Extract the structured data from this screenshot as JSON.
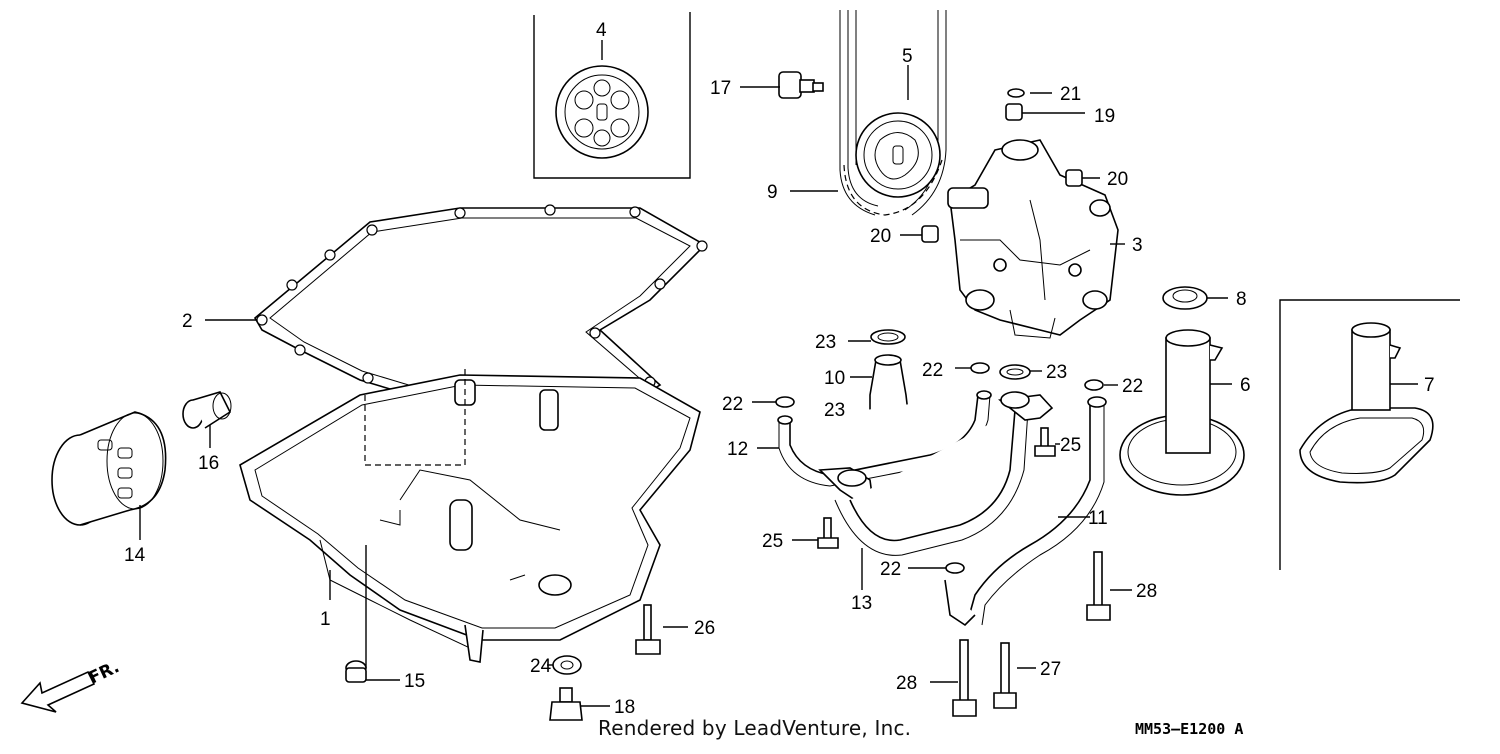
{
  "diagram": {
    "front_indicator": "FR.",
    "footer_credit": "Rendered by LeadVenture, Inc.",
    "diagram_code": "MM53—E1200 A",
    "part_numbers": {
      "p1": "1",
      "p2": "2",
      "p3": "3",
      "p4": "4",
      "p5": "5",
      "p6": "6",
      "p7": "7",
      "p8": "8",
      "p9": "9",
      "p10": "10",
      "p11": "11",
      "p12": "12",
      "p13": "13",
      "p14": "14",
      "p15": "15",
      "p16": "16",
      "p17": "17",
      "p18": "18",
      "p19": "19",
      "p20a": "20",
      "p20b": "20",
      "p21": "21",
      "p22a": "22",
      "p22b": "22",
      "p22c": "22",
      "p22d": "22",
      "p23a": "23",
      "p23b": "23",
      "p23c": "23",
      "p24": "24",
      "p25a": "25",
      "p25b": "25",
      "p26": "26",
      "p27": "27",
      "p28a": "28",
      "p28b": "28"
    }
  }
}
